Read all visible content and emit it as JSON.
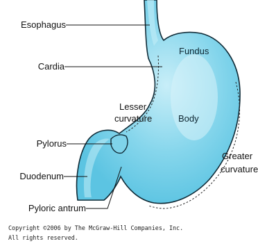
{
  "labels": {
    "esophagus": "Esophagus",
    "cardia": "Cardia",
    "fundus": "Fundus",
    "lesser_line1": "Lesser",
    "lesser_line2": "curvature",
    "body": "Body",
    "pylorus": "Pylorus",
    "greater_line1": "Greater",
    "greater_line2": "curvature",
    "duodenum": "Duodenum",
    "pyloric_antrum": "Pyloric antrum"
  },
  "copyright": {
    "line1": "Copyright ©2006 by The McGraw-Hill Companies, Inc.",
    "line2": "All rights reserved."
  },
  "colors": {
    "organ_fill": "#6ccde8",
    "organ_light": "#bfeaf6",
    "organ_outline": "#0f2a36"
  }
}
